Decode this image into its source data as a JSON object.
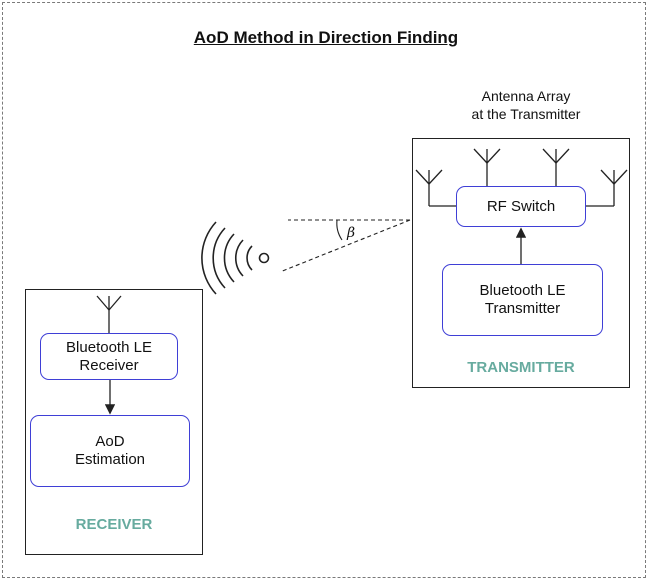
{
  "title": "AoD Method in Direction Finding",
  "antenna_caption_line1": "Antenna Array",
  "antenna_caption_line2": "at the Transmitter",
  "receiver": {
    "label": "RECEIVER",
    "receiver_box": "Bluetooth LE\nReceiver",
    "estimation_box": "AoD\nEstimation"
  },
  "transmitter": {
    "label": "TRANSMITTER",
    "switch_box": "RF Switch",
    "transmitter_box": "Bluetooth LE\nTransmitter"
  },
  "angle_symbol": "β",
  "colors": {
    "node_border": "#3f3fd6",
    "panel_label": "#67ab9f",
    "line": "#222222"
  }
}
